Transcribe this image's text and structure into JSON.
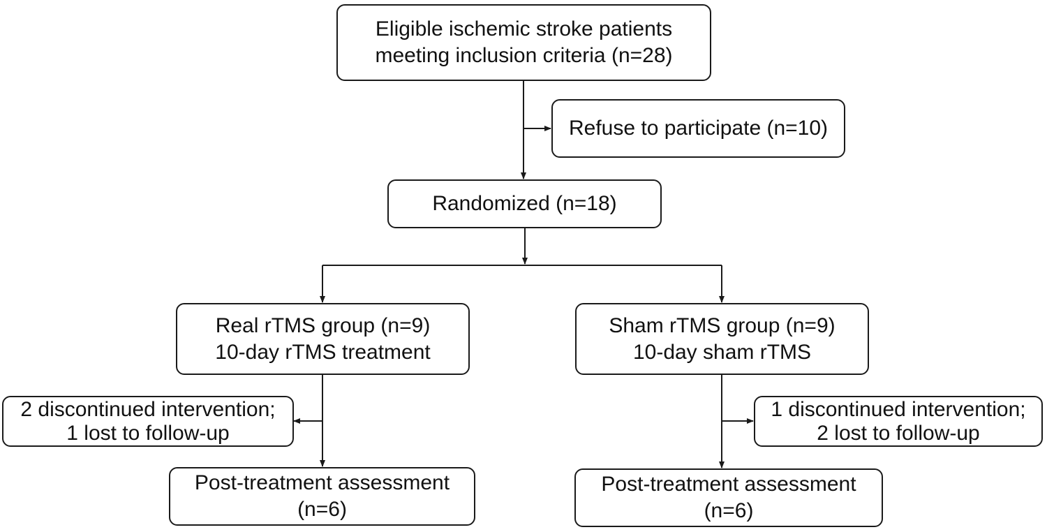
{
  "flowchart": {
    "enrollment": {
      "line1": "Eligible ischemic stroke patients",
      "line2": "meeting inclusion criteria (n=28)"
    },
    "excluded": {
      "text": "Refuse to participate (n=10)"
    },
    "randomized": {
      "text": "Randomized (n=18)"
    },
    "real_group": {
      "line1": "Real rTMS group (n=9)",
      "line2": "10-day rTMS treatment",
      "dropout_line1": "2 discontinued intervention;",
      "dropout_line2": "1 lost to follow-up",
      "assessment_line1": "Post-treatment assessment",
      "assessment_line2": "(n=6)"
    },
    "sham_group": {
      "line1": "Sham rTMS group (n=9)",
      "line2": "10-day sham rTMS",
      "dropout_line1": "1 discontinued intervention;",
      "dropout_line2": "2 lost to follow-up",
      "assessment_line1": "Post-treatment assessment",
      "assessment_line2": "(n=6)"
    }
  }
}
